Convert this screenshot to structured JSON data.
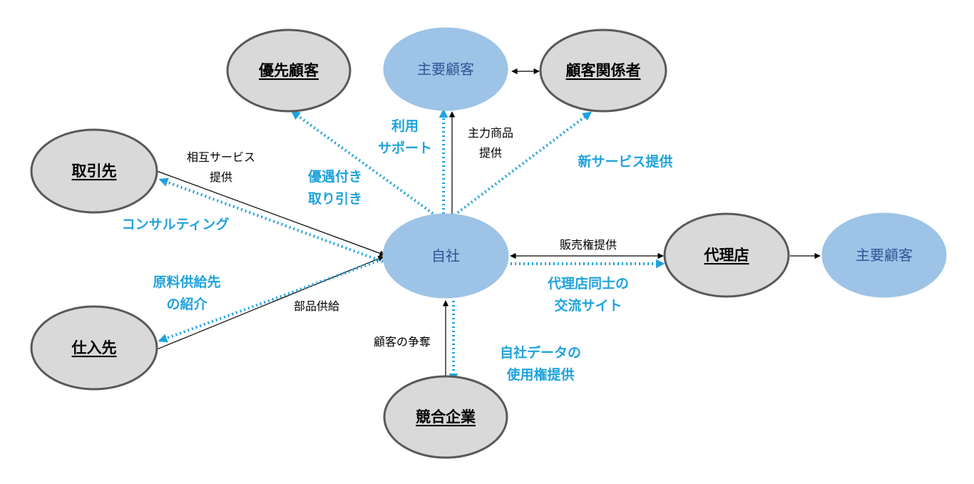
{
  "nodes": {
    "priority_customer": "優先顧客",
    "main_customer_top": "主要顧客",
    "customer_related": "顧客関係者",
    "trading_partner": "取引先",
    "own_company": "自社",
    "agency": "代理店",
    "main_customer_right": "主要顧客",
    "supplier": "仕入先",
    "competitor": "競合企業"
  },
  "edges": {
    "mutual_service": [
      "相互サービス",
      "提供"
    ],
    "consulting": "コンサルティング",
    "preferential_trade": [
      "優遇付き",
      "取り引き"
    ],
    "usage_support": [
      "利用",
      "サポート"
    ],
    "main_product": [
      "主力商品",
      "提供"
    ],
    "new_service": "新サービス提供",
    "sales_rights": "販売権提供",
    "agency_exchange": [
      "代理店同士の",
      "交流サイト"
    ],
    "raw_material": [
      "原料供給先",
      "の紹介"
    ],
    "parts_supply": "部品供給",
    "customer_competition": "顧客の争奪",
    "data_usage_rights": [
      "自社データの",
      "使用権提供"
    ]
  },
  "colors": {
    "gray_node_fill": "#d9d9d9",
    "gray_node_border": "#595959",
    "blue_node_fill": "#9dc3e6",
    "blue_node_text": "#2f5597",
    "dotted_arrow": "#1fa3dc",
    "solid_arrow": "#000000"
  }
}
